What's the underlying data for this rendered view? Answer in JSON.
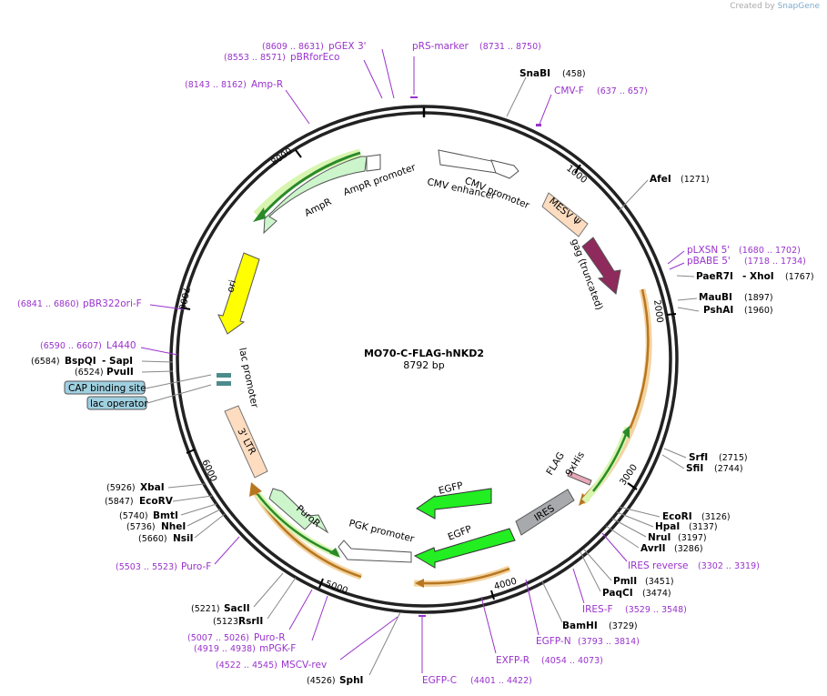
{
  "credit": {
    "created_by": "Created by",
    "brand": "SnapGene"
  },
  "plasmid": {
    "name": "MO70-C-FLAG-hNKD2",
    "size_label": "8792 bp",
    "length": 8792
  },
  "ticks": [
    "1000",
    "2000",
    "3000",
    "4000",
    "5000",
    "6000",
    "7000",
    "8000"
  ],
  "features": [
    {
      "id": "cmv-enhancer",
      "label": "CMV enhancer",
      "color": "#ffffff"
    },
    {
      "id": "cmv-promoter",
      "label": "CMV promoter",
      "color": "#ffffff"
    },
    {
      "id": "mesv-psi",
      "label": "MESV Ψ",
      "color": "#fddcbf"
    },
    {
      "id": "gag",
      "label": "gag (truncated)",
      "color": "#8e2a5c"
    },
    {
      "id": "flag",
      "label": "FLAG",
      "color": "#e8a8b8"
    },
    {
      "id": "his",
      "label": "9xHis",
      "color": "#e8a8b8"
    },
    {
      "id": "ires",
      "label": "IRES",
      "color": "#a7a9ac"
    },
    {
      "id": "egfp1",
      "label": "EGFP",
      "color": "#22ee22"
    },
    {
      "id": "egfp2",
      "label": "EGFP",
      "color": "#22ee22"
    },
    {
      "id": "pgk",
      "label": "PGK promoter",
      "color": "#ffffff"
    },
    {
      "id": "puror",
      "label": "PuroR",
      "color": "#ccf5cc"
    },
    {
      "id": "ltr",
      "label": "3' LTR",
      "color": "#fddcbf"
    },
    {
      "id": "lac-promoter",
      "label": "lac promoter",
      "color": "#ffffff"
    },
    {
      "id": "ori",
      "label": "ori",
      "color": "#ffff00"
    },
    {
      "id": "ampr",
      "label": "AmpR",
      "color": "#ccf5cc"
    },
    {
      "id": "ampr-promoter",
      "label": "AmpR promoter",
      "color": "#ffffff"
    }
  ],
  "sites": [
    {
      "name": "SnaBI",
      "pos": "(458)"
    },
    {
      "name": "AfeI",
      "pos": "(1271)"
    },
    {
      "name": "PaeR7I",
      "name2": "XhoI",
      "pos": "(1767)"
    },
    {
      "name": "MauBI",
      "pos": "(1897)"
    },
    {
      "name": "PshAI",
      "pos": "(1960)"
    },
    {
      "name": "SrfI",
      "pos": "(2715)"
    },
    {
      "name": "SfiI",
      "pos": "(2744)"
    },
    {
      "name": "EcoRI",
      "pos": "(3126)"
    },
    {
      "name": "HpaI",
      "pos": "(3137)"
    },
    {
      "name": "NruI",
      "pos": "(3197)"
    },
    {
      "name": "AvrII",
      "pos": "(3286)"
    },
    {
      "name": "PmlI",
      "pos": "(3451)"
    },
    {
      "name": "PaqCI",
      "pos": "(3474)"
    },
    {
      "name": "BamHI",
      "pos": "(3729)"
    },
    {
      "name": "SphI",
      "pos": "(4526)"
    },
    {
      "name": "RsrII",
      "pos": "(5123)"
    },
    {
      "name": "SacII",
      "pos": "(5221)"
    },
    {
      "name": "NsiI",
      "pos": "(5660)"
    },
    {
      "name": "NheI",
      "pos": "(5736)"
    },
    {
      "name": "BmtI",
      "pos": "(5740)"
    },
    {
      "name": "EcoRV",
      "pos": "(5847)"
    },
    {
      "name": "XbaI",
      "pos": "(5926)"
    },
    {
      "name": "PvuII",
      "pos": "(6524)"
    },
    {
      "name": "BspQI",
      "name2": "SapI",
      "pos": "(6584)"
    }
  ],
  "primers": [
    {
      "name": "pRS-marker",
      "range": "(8731 .. 8750)"
    },
    {
      "name": "CMV-F",
      "range": "(637 .. 657)"
    },
    {
      "name": "pLXSN 5'",
      "range": "(1680 .. 1702)"
    },
    {
      "name": "pBABE 5'",
      "range": "(1718 .. 1734)"
    },
    {
      "name": "IRES reverse",
      "range": "(3302 .. 3319)"
    },
    {
      "name": "IRES-F",
      "range": "(3529 .. 3548)"
    },
    {
      "name": "EGFP-N",
      "range": "(3793 .. 3814)"
    },
    {
      "name": "EXFP-R",
      "range": "(4054 .. 4073)"
    },
    {
      "name": "EGFP-C",
      "range": "(4401 .. 4422)"
    },
    {
      "name": "MSCV-rev",
      "range": "(4522 .. 4545)"
    },
    {
      "name": "mPGK-F",
      "range": "(4919 .. 4938)"
    },
    {
      "name": "Puro-R",
      "range": "(5007 .. 5026)"
    },
    {
      "name": "Puro-F",
      "range": "(5503 .. 5523)"
    },
    {
      "name": "L4440",
      "range": "(6590 .. 6607)"
    },
    {
      "name": "pBR322ori-F",
      "range": "(6841 .. 6860)"
    },
    {
      "name": "Amp-R",
      "range": "(8143 .. 8162)"
    },
    {
      "name": "pBRforEco",
      "range": "(8553 .. 8571)"
    },
    {
      "name": "pGEX 3'",
      "range": "(8609 .. 8631)"
    }
  ],
  "boxed_labels": [
    {
      "id": "cap",
      "label": "CAP binding site",
      "color": "#9fd0e0"
    },
    {
      "id": "lacop",
      "label": "lac operator",
      "color": "#9fd0e0"
    }
  ]
}
